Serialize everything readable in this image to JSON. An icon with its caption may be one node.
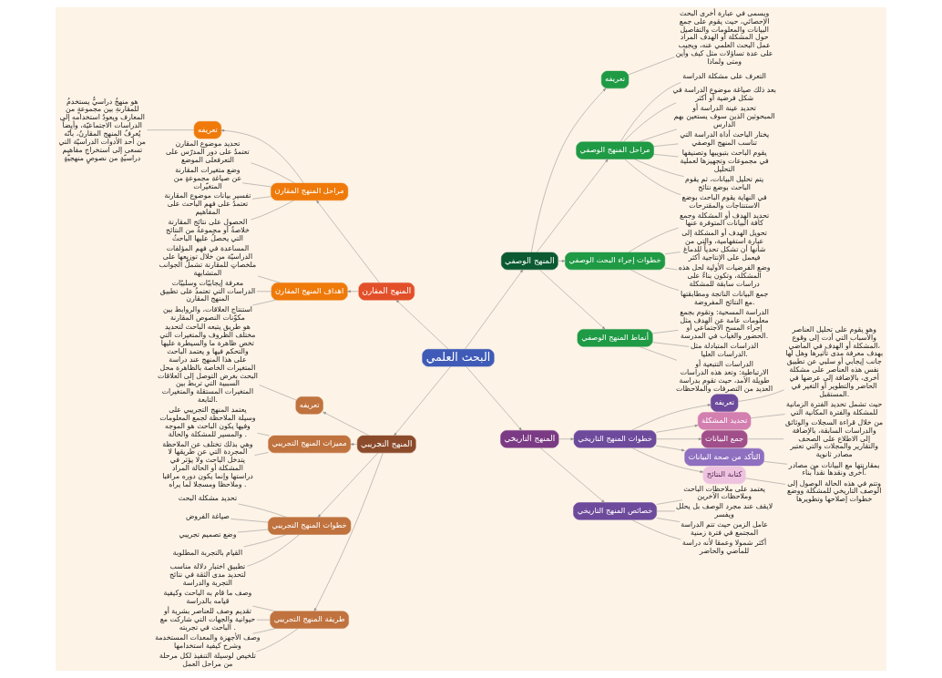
{
  "diagram": {
    "nodes": [
      {
        "text": [
          "البحث العلمي"
        ]
      },
      {
        "text": [
          "المنهج الوصفي"
        ]
      },
      {
        "text": [
          "تعريفه"
        ]
      },
      {
        "text": [
          "ويسمى في عبارة أخرى البحث الإحصائي، حيث يقوم على جمع البيانات والمعلومات والتفاصيل حول المشكلة أو الهدف المراد عمل البحث العلمي عنه، ويجيب على عدة تساؤلات مثل كيف وأين ومتى ولماذا"
        ]
      },
      {
        "text": [
          "مراحل المنهج الوصفي"
        ]
      },
      {
        "text": [
          "التعرف على مشكلة الدراسة"
        ]
      },
      {
        "text": [
          "بعد ذلك صياغة موضوع الدراسة في شكل فرضية أو أكثر"
        ]
      },
      {
        "text": [
          "تحديد عينة الدراسة أو المبحوثين الذين سوف يستعين بهم الدارس"
        ]
      },
      {
        "text": [
          "يختار الباحث أداة الدراسة التي تناسب المنهج الوصفي"
        ]
      },
      {
        "text": [
          "يقوم الباحث بتبويبها وتصنيفها في مجموعات وتجهيزها لعملية التحليل"
        ]
      },
      {
        "text": [
          "يتم تحليل البيانات، ثم يقوم الباحث بوضع نتائج"
        ]
      },
      {
        "text": [
          "في النهاية يقوم الباحث بوضع الاستنتاجات والمقترحات"
        ]
      },
      {
        "text": [
          "خطوات إجراء البحث الوصفي"
        ]
      },
      {
        "text": [
          "تحديد الهدف أو المشكلة وجمع كافة البيانات المتوفرة عنها"
        ]
      },
      {
        "text": [
          "تحويل الهدف أو المشكلة إلى عبارة استفهامية، والتي من شأنها أن تشكل تحدياً للدماغ فيعمل على الإنتاجية أكثر"
        ]
      },
      {
        "text": [
          "وضع الفرضيات الأولية لحل هذه المشكلة، وتكون بناءً على دراسات سابقة للمشكلة"
        ]
      },
      {
        "text": [
          "جمع البيانات الناتجة ومطابقتها مع النتائج المفروضة."
        ]
      },
      {
        "text": [
          "أنماط المنهج الوصفي"
        ]
      },
      {
        "text": [
          "الدراسة المسحية: وتقوم بجمع معلومات عامة عن الهدف مثل إجراء المسح الاجتماعي أو الحضور والغياب في المدرسة."
        ]
      },
      {
        "text": [
          "الدراسات المتبادلة مثل الدراسات العليا."
        ]
      },
      {
        "text": [
          "الدراسات التتبعية أو الارتباطية: وتعد هذه الدراسات طويلة الأمد، حيث تقوم بدراسة العديد من التصرفات والملاحظات"
        ]
      },
      {
        "text": [
          "المنهج التاريخي"
        ]
      },
      {
        "text": [
          "تعريفه"
        ]
      },
      {
        "text": [
          "وهو يقوم على تحليل العناصر والأسباب التي أدت إلى وقوع المشكلة أو الهدف في الماضي، بهدف معرفة مدى تأثيرها وهل لها جانب إيجابي أو سلبي عن تطبيق نفس هذه العناصر على مشكلة أخرى، بالإضافة إلى عرضها في الحاضر والتطوير أو التغير في المستقبل."
        ]
      },
      {
        "text": [
          "خطوات المنهج التاريخي"
        ]
      },
      {
        "text": [
          "تحديد المشكلة"
        ]
      },
      {
        "text": [
          "حيث تشمل تحديد الفترة الزمانية للمشكلة والفترة المكانية التي"
        ]
      },
      {
        "text": [
          "جمع البيانات"
        ]
      },
      {
        "text": [
          "من خلال قراءة السجلات والوثائق والدراسات السابقة، بالإضافة إلى الاطلاع على الصحف والتقارير والمجلات والتي تعتبر مصادر ثانوية"
        ]
      },
      {
        "text": [
          "التأكد من صحة البيانات"
        ]
      },
      {
        "text": [
          "بمقارنتها مع البيانات من مصادر أخرى ونقدها نقداً بناء."
        ]
      },
      {
        "text": [
          "كتابة النتائج"
        ]
      },
      {
        "text": [
          "وتتم في هذه الحالة الوصول إلى الوصف التاريخي للمشكلة ووضع خطوات إصلاحها وتطويرها"
        ]
      },
      {
        "text": [
          "خصائص المنهج التاريخي"
        ]
      },
      {
        "text": [
          "يعتمد على ملاحظات الباحث وملاحظات الآخرين"
        ]
      },
      {
        "text": [
          "لايقف عند مجرد الوصف بل يحلل ويفسر"
        ]
      },
      {
        "text": [
          "عامل الزمن حيث تتم الدراسة المجتمع في فترة زمنية"
        ]
      },
      {
        "text": [
          "أكثر شمولا وعمقا لأنه دراسة للماضي والحاضر"
        ]
      },
      {
        "text": [
          "المنهج المقارن"
        ]
      },
      {
        "text": [
          "تعريفه"
        ]
      },
      {
        "text": [
          "هو منهجٌ دراسيٌّ يستخدمُ للمقارنةِ بين مجموعةٍ من المعارف ويعودُ استخدامه إلى الدراسات الاجتماعيّة، وأيضاً يُعرفُ المنهج المقارنُ، بأنّه من أحد الأدوات الدراسيّة التي تسعى إلى استخراجِ مفاهيم دراسيّةٍ من نصوصٍ منهجيّةٍ"
        ]
      },
      {
        "text": [
          "مراحل المنهج المقارن"
        ]
      },
      {
        "text": [
          "تحديد موضوع المقارن",
          "تعتمدُ على دور المدرّس على التعرفعلى الموضع"
        ]
      },
      {
        "text": [
          "وضع متغيرات المقارنة",
          "عن صياغةِ مجموعةٍ من المتغيّرات"
        ]
      },
      {
        "text": [
          "تفسير بيانات موضوع المقارنة",
          "تعتمدُ على فهم الباحث على المفاهيم"
        ]
      },
      {
        "text": [
          "الحصول على نتائج المقارنة",
          "خلاصةٌ أو مجموعةٌ من النتائج التي يحصلُ عليها الباحثُ"
        ]
      },
      {
        "text": [
          "اهداف المنهج المقارن"
        ]
      },
      {
        "text": [
          "المساعدة في فهم المؤلفات الدراسيّة من خلال توزيعها على ملخصاتٍ للمقارنة تشملُ الجوانب المتشابهة"
        ]
      },
      {
        "text": [
          "معرفة إيجابيّات وسلبيّات الدراسات التي تعتمدُ على تطبيق المنهج المقارن"
        ]
      },
      {
        "text": [
          "استنتاج العلاقات، والروابط بين مكوّنات النصوص المقارنة"
        ]
      },
      {
        "text": [
          "المنهج التجريبي"
        ]
      },
      {
        "text": [
          "تعريفه"
        ]
      },
      {
        "text": [
          "هو طريق يتبعه الباحث لتحديد مختلف الظروف والمتغيرات التي تخص ظاهرة ما والسيطرة عليها والتحكم فيها و يعتمد الباحث على هذا المنهج عند دراسة المتغيرات الخاصة بالظاهرة محل البحث بغرض التوصل إلى العلاقات السببية التي تربط بين المتغيرات المستقلة والمتغيرات التابعة."
        ]
      },
      {
        "text": [
          "مميزات المنهج التجريبي"
        ]
      },
      {
        "text": [
          "يعتمد المنهج التجريبي على وسيلة الملاحظة لجمع المعلومات وفيها يكون الباحث هو الموجه والمسير للمشكلة والحالة ."
        ]
      },
      {
        "text": [
          "وهي بذلك تختلف عن الملاحظة المجردة التي عن طريقها لا يتدخل الباحث ولا يؤثر في المشكلة أو الحالة المراد دراستها وإنما يكون دوره مراقبا وملاحظا ومسجلا لما يراه ."
        ]
      },
      {
        "text": [
          "خطوات المنهج التجريبي"
        ]
      },
      {
        "text": [
          "تحديد مشكلة البحث"
        ]
      },
      {
        "text": [
          "صياغة الفروض"
        ]
      },
      {
        "text": [
          "وضع تصميم تجريبي"
        ]
      },
      {
        "text": [
          "القيام بالتجربة المطلوبة"
        ]
      },
      {
        "text": [
          "تطبيق اختبار دلالة مناسب لتحديد مدى الثقة في نتائج التجربة والدراسة"
        ]
      },
      {
        "text": [
          "طريقة المنهج التجريبي"
        ]
      },
      {
        "text": [
          "وصف ما قام به الباحث وكيفية قيامه بالدراسة"
        ]
      },
      {
        "text": [
          "تقديم وصف للعناصر بشرية أو حيوانية والجهات التي شاركت مع الباحث في تجربته ."
        ]
      },
      {
        "text": [
          "وصف الأجهزة والمعدات المستخدمة وشرح كيفية استخدامها"
        ]
      },
      {
        "text": [
          "تلخيص لوسيلة التنفيذ لكل مرحلة من مراحل العمل"
        ]
      }
    ],
    "edges": [
      {
        "from": 0,
        "to": 1,
        "arrow": "to"
      },
      {
        "from": 1,
        "to": 2,
        "arrow": "to"
      },
      {
        "from": 2,
        "to": 3,
        "arrow": "none"
      },
      {
        "from": 1,
        "to": 4,
        "arrow": "to"
      },
      {
        "from": 4,
        "to": 5,
        "arrow": "none"
      },
      {
        "from": 4,
        "to": 6,
        "arrow": "none"
      },
      {
        "from": 4,
        "to": 7,
        "arrow": "none"
      },
      {
        "from": 4,
        "to": 8,
        "arrow": "none"
      },
      {
        "from": 4,
        "to": 9,
        "arrow": "none"
      },
      {
        "from": 4,
        "to": 10,
        "arrow": "none"
      },
      {
        "from": 4,
        "to": 11,
        "arrow": "none"
      },
      {
        "from": 1,
        "to": 12,
        "arrow": "to"
      },
      {
        "from": 12,
        "to": 13,
        "arrow": "none"
      },
      {
        "from": 12,
        "to": 14,
        "arrow": "none"
      },
      {
        "from": 12,
        "to": 15,
        "arrow": "none"
      },
      {
        "from": 12,
        "to": 16,
        "arrow": "none"
      },
      {
        "from": 1,
        "to": 17,
        "arrow": "to"
      },
      {
        "from": 17,
        "to": 18,
        "arrow": "none"
      },
      {
        "from": 17,
        "to": 19,
        "arrow": "none"
      },
      {
        "from": 17,
        "to": 20,
        "arrow": "none"
      },
      {
        "from": 0,
        "to": 21,
        "arrow": "to"
      },
      {
        "from": 24,
        "to": 22,
        "arrow": "to"
      },
      {
        "from": 22,
        "to": 23,
        "arrow": "none"
      },
      {
        "from": 21,
        "to": 24,
        "arrow": "to"
      },
      {
        "from": 24,
        "to": 25,
        "arrow": "to"
      },
      {
        "from": 25,
        "to": 26,
        "arrow": "none"
      },
      {
        "from": 24,
        "to": 27,
        "arrow": "to"
      },
      {
        "from": 27,
        "to": 28,
        "arrow": "none"
      },
      {
        "from": 24,
        "to": 29,
        "arrow": "to"
      },
      {
        "from": 29,
        "to": 30,
        "arrow": "none"
      },
      {
        "from": 24,
        "to": 31,
        "arrow": "to"
      },
      {
        "from": 31,
        "to": 32,
        "arrow": "none"
      },
      {
        "from": 21,
        "to": 33,
        "arrow": "to"
      },
      {
        "from": 33,
        "to": 34,
        "arrow": "none"
      },
      {
        "from": 33,
        "to": 35,
        "arrow": "none"
      },
      {
        "from": 33,
        "to": 36,
        "arrow": "none"
      },
      {
        "from": 33,
        "to": 37,
        "arrow": "none"
      },
      {
        "from": 0,
        "to": 38,
        "arrow": "to"
      },
      {
        "from": 41,
        "to": 39,
        "arrow": "to"
      },
      {
        "from": 39,
        "to": 40,
        "arrow": "none"
      },
      {
        "from": 38,
        "to": 41,
        "arrow": "to"
      },
      {
        "from": 41,
        "to": 42,
        "arrow": "none"
      },
      {
        "from": 41,
        "to": 43,
        "arrow": "none"
      },
      {
        "from": 41,
        "to": 44,
        "arrow": "none"
      },
      {
        "from": 41,
        "to": 45,
        "arrow": "none"
      },
      {
        "from": 38,
        "to": 46,
        "arrow": "to"
      },
      {
        "from": 46,
        "to": 47,
        "arrow": "none"
      },
      {
        "from": 46,
        "to": 48,
        "arrow": "none"
      },
      {
        "from": 46,
        "to": 49,
        "arrow": "none"
      },
      {
        "from": 0,
        "to": 50,
        "arrow": "to"
      },
      {
        "from": 50,
        "to": 51,
        "arrow": "to"
      },
      {
        "from": 51,
        "to": 52,
        "arrow": "none"
      },
      {
        "from": 50,
        "to": 53,
        "arrow": "to"
      },
      {
        "from": 53,
        "to": 54,
        "arrow": "none"
      },
      {
        "from": 53,
        "to": 55,
        "arrow": "none"
      },
      {
        "from": 50,
        "to": 56,
        "arrow": "to"
      },
      {
        "from": 56,
        "to": 57,
        "arrow": "none"
      },
      {
        "from": 56,
        "to": 58,
        "arrow": "none"
      },
      {
        "from": 56,
        "to": 59,
        "arrow": "none"
      },
      {
        "from": 56,
        "to": 60,
        "arrow": "none"
      },
      {
        "from": 56,
        "to": 61,
        "arrow": "none"
      },
      {
        "from": 50,
        "to": 62,
        "arrow": "to"
      },
      {
        "from": 62,
        "to": 63,
        "arrow": "none"
      },
      {
        "from": 62,
        "to": 64,
        "arrow": "none"
      },
      {
        "from": 62,
        "to": 65,
        "arrow": "none"
      },
      {
        "from": 62,
        "to": 66,
        "arrow": "none"
      }
    ]
  }
}
